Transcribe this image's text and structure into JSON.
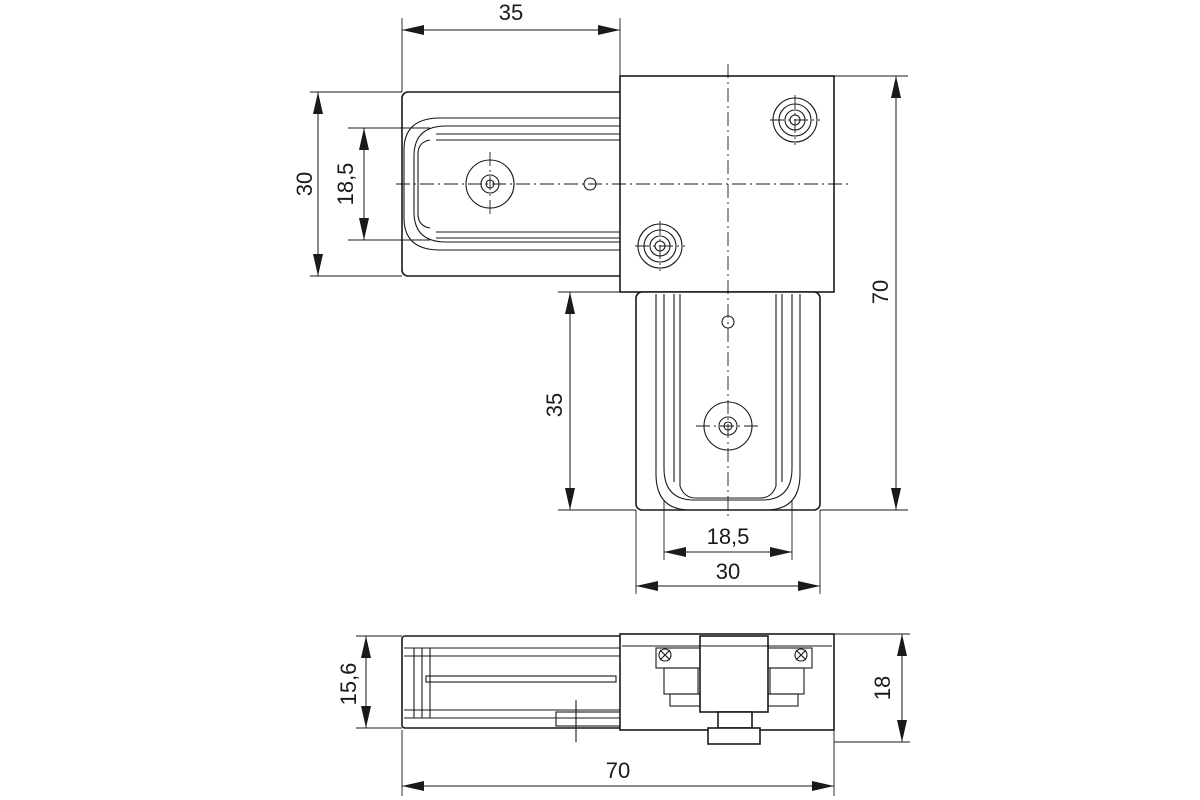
{
  "dimensions": {
    "top_width_35": "35",
    "left_height_30": "30",
    "left_inner_18_5": "18,5",
    "right_height_70": "70",
    "lower_leg_35": "35",
    "bottom_inner_18_5": "18,5",
    "bottom_width_30": "30",
    "side_height_15_6": "15,6",
    "side_height_18": "18",
    "side_width_70": "70"
  }
}
